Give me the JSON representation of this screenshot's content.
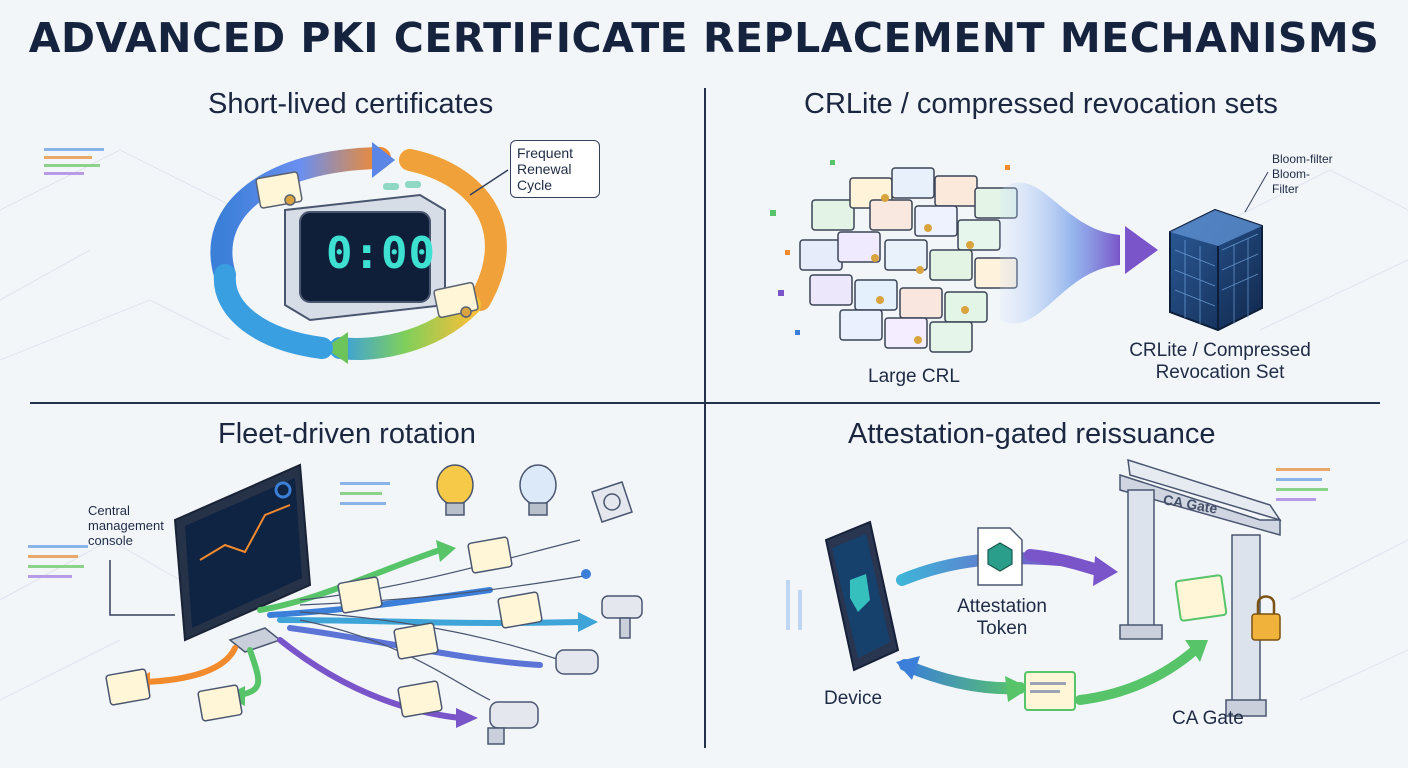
{
  "title": "ADVANCED PKI CERTIFICATE REPLACEMENT MECHANISMS",
  "quadrants": {
    "short_lived": {
      "heading": "Short-lived certificates",
      "callout": "Frequent Renewal Cycle",
      "clock": "0:00"
    },
    "crlite": {
      "heading": "CRLite / compressed revocation sets",
      "bloom_label_1": "Bloom-filter",
      "bloom_label_2": "Bloom-",
      "bloom_label_3": "Filter",
      "large_crl": "Large CRL",
      "result_line1": "CRLite / Compressed",
      "result_line2": "Revocation Set"
    },
    "fleet": {
      "heading": "Fleet-driven rotation",
      "console_line1": "Central",
      "console_line2": "management",
      "console_line3": "console"
    },
    "attestation": {
      "heading": "Attestation-gated reissuance",
      "token_line1": "Attestation",
      "token_line2": "Token",
      "device": "Device",
      "gate_sign": "CA Gate",
      "gate_label": "CA Gate"
    }
  },
  "colors": {
    "navy": "#16233f",
    "blue": "#3b7fd8",
    "green": "#58c46a",
    "orange": "#f28a2e",
    "purple": "#7a55c9",
    "teal": "#3ee0d2"
  }
}
